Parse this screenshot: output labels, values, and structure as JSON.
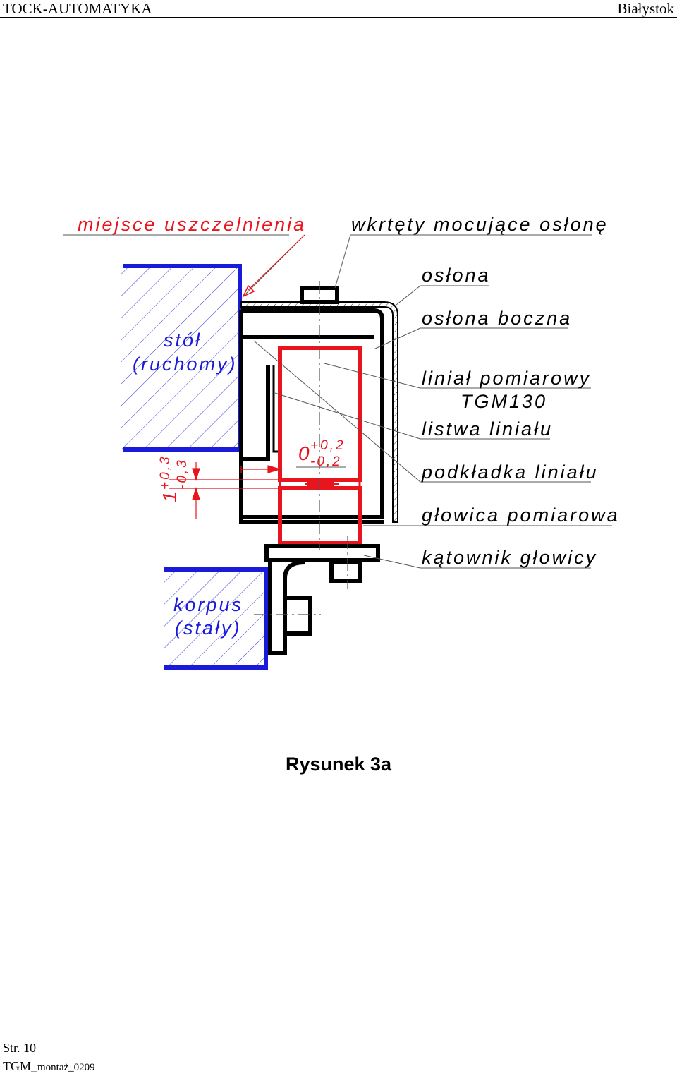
{
  "header": {
    "company": "TOCK-AUTOMATYKA",
    "city": "Białystok"
  },
  "footer": {
    "page": "Str. 10",
    "file_main": "TGM_",
    "file_small": "montaż_0209"
  },
  "caption": "Rysunek 3a",
  "labels": {
    "seal_point": "miejsce uszczelnienia",
    "screws": "wkrtęty mocujące osłonę",
    "cover": "osłona",
    "side_cover": "osłona boczna",
    "scale_line1": "liniał pomiarowy",
    "scale_line2": "TGM130",
    "scale_strip": "listwa liniału",
    "scale_pad": "podkładka liniału",
    "read_head": "głowica pomiarowa",
    "head_bracket": "kątownik głowicy",
    "table_line1": "stół",
    "table_line2": "(ruchomy)",
    "body_line1": "korpus",
    "body_line2": "(stały)"
  },
  "dimensions": {
    "gap_nominal": "1",
    "gap_plus": "+0,3",
    "gap_minus": "-0,3",
    "offset_nominal": "0",
    "offset_plus": "+0,2",
    "offset_minus": "-0,2"
  },
  "colors": {
    "blue": "#1a1adb",
    "red": "#e8141e",
    "black": "#000000",
    "hatch_blue": "#3a3ad6",
    "hatch_black": "#333333"
  }
}
